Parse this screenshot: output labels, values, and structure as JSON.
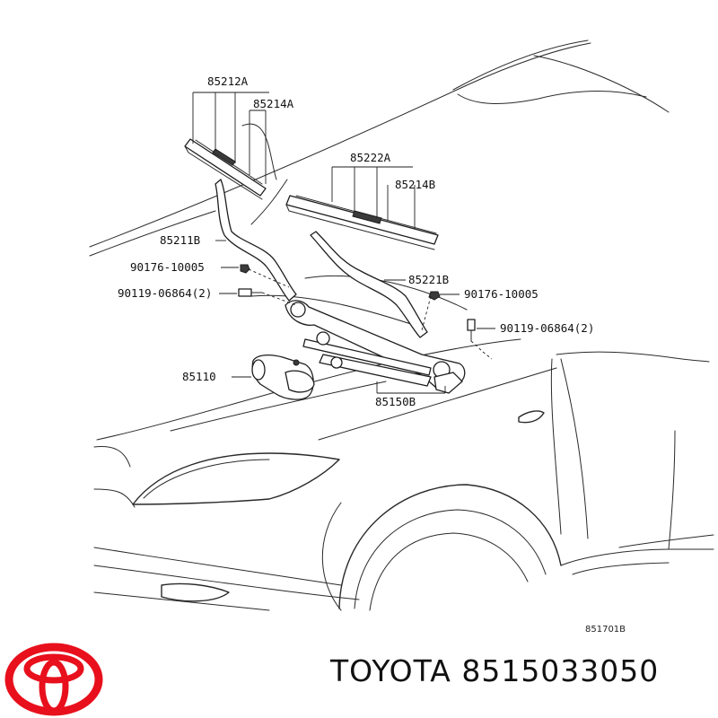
{
  "callouts": {
    "blade_a": "85212A",
    "insert_a": "85214A",
    "blade_b": "85222A",
    "insert_b": "85214B",
    "arm_right": "85211B",
    "arm_left": "85221B",
    "nut_right": "90176-10005",
    "nut_left": "90176-10005",
    "bolt_right": "90119-06864(2)",
    "bolt_left": "90119-06864(2)",
    "motor": "85110",
    "link": "85150B"
  },
  "figure_code": "851701B",
  "brand": {
    "name": "TOYOTA",
    "part_number": "8515033050",
    "logo_color": "#e8101c"
  }
}
